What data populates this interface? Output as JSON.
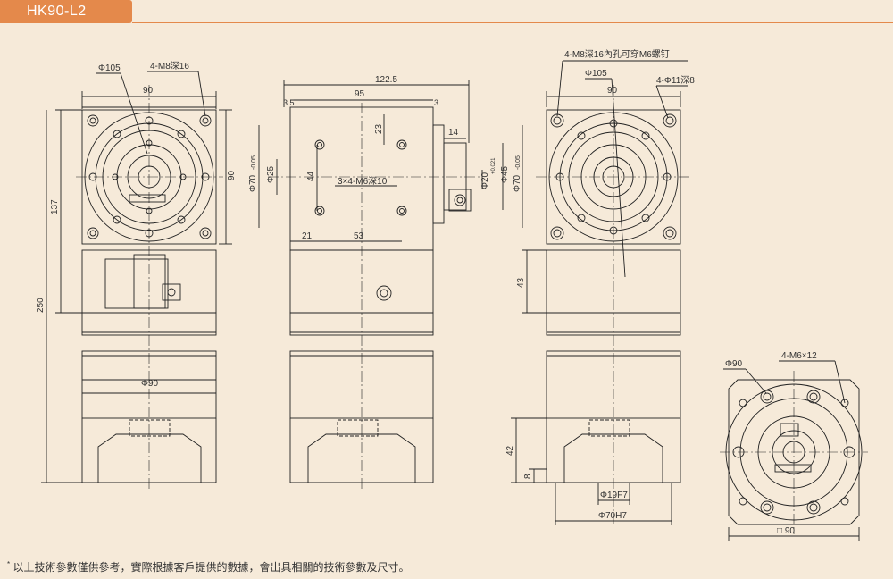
{
  "title": "HK90-L2",
  "footnote": "以上技術參數僅供參考，實際根據客戶提供的數據，會出具相關的技術參數及尺寸。",
  "dims": {
    "phi105_a": "Φ105",
    "m8_16": "4-M8深16",
    "w90_a": "90",
    "h90_a": "90",
    "h137": "137",
    "h250": "250",
    "phi90_a": "Φ90",
    "w1225": "122.5",
    "w95": "95",
    "w35": "3.5",
    "w3": "3",
    "h23": "23",
    "w14": "14",
    "phi70_a": "Φ70",
    "phi70_a_tol": "-0.05",
    "phi25": "Φ25",
    "h44": "44",
    "m6_10": "3×4-M6深10",
    "phi20": "Φ20",
    "phi20_tol": "+0.021",
    "phi45": "Φ45",
    "phi70_b": "Φ70",
    "phi70_b_tol": "-0.05",
    "w21": "21",
    "w53": "53",
    "m8_thru": "4-M8深16內孔可穿M6螺钉",
    "phi105_b": "Φ105",
    "w90_b": "90",
    "phi11": "4-Φ11深8",
    "h43": "43",
    "h42": "42",
    "h8": "8",
    "phi19": "Φ19F7",
    "phi70h7": "Φ70H7",
    "phi90_d": "Φ90",
    "m6x12": "4-M6×12",
    "sq90": "□ 90"
  },
  "colors": {
    "background": "#f6ead9",
    "tab": "#e4894b",
    "line": "#222222",
    "dim": "#333333"
  }
}
